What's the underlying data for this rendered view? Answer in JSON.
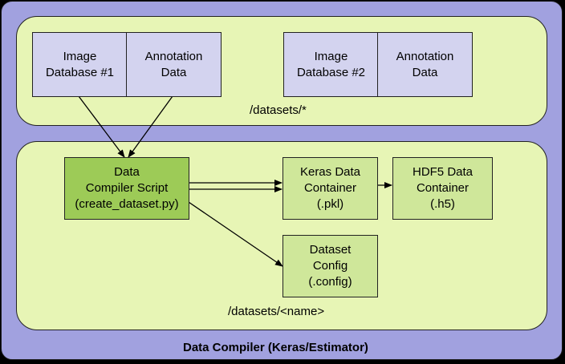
{
  "title": "Data Compiler (Keras/Estimator)",
  "datasets_panel": {
    "path_label": "/datasets/*",
    "database_1": {
      "image_db": "Image\nDatabase #1",
      "annotation": "Annotation\nData"
    },
    "database_2": {
      "image_db": "Image\nDatabase #2",
      "annotation": "Annotation\nData"
    }
  },
  "output_panel": {
    "path_label": "/datasets/<name>",
    "compiler_script": "Data\nCompiler Script\n(create_dataset.py)",
    "keras_container": "Keras Data\nContainer\n(.pkl)",
    "hdf5_container": "HDF5 Data\nContainer\n(.h5)",
    "dataset_config": "Dataset\nConfig\n(.config)"
  },
  "colors": {
    "outer_background": "#a1a1df",
    "panel_background": "#e7f5b5",
    "database_box": "#d3d3ef",
    "output_box": "#cfe79a",
    "script_box": "#9dcb57"
  }
}
